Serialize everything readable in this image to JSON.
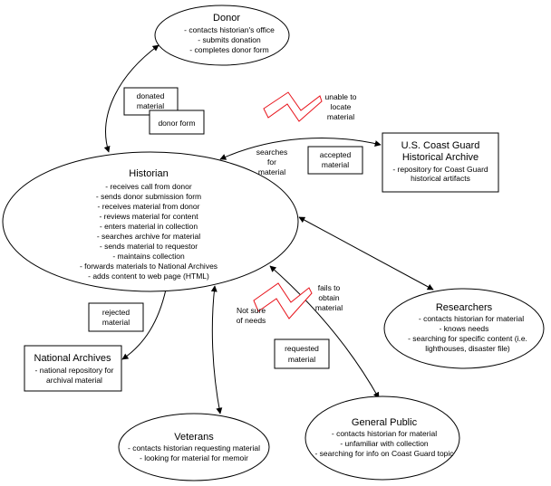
{
  "nodes": {
    "donor": {
      "title": "Donor",
      "items": [
        "- contacts historian's office",
        "- submits donation",
        "- completes donor form"
      ]
    },
    "historian": {
      "title": "Historian",
      "items": [
        "- receives call from donor",
        "- sends donor submission form",
        "- receives material from donor",
        "- reviews material for content",
        "- enters material in collection",
        "- searches archive for material",
        "- sends material to requestor",
        "- maintains collection",
        "- forwards materials to National Archives",
        "- adds content to web page (HTML)"
      ]
    },
    "uscg_archive": {
      "title_line1": "U.S. Coast Guard",
      "title_line2": "Historical Archive",
      "items": [
        "- repository for Coast Guard",
        "historical artifacts"
      ]
    },
    "researchers": {
      "title": "Researchers",
      "items": [
        "- contacts historian for material",
        "- knows needs",
        "- searching for specific content (i.e.",
        "lighthouses, disaster file)"
      ]
    },
    "national_archives": {
      "title": "National Archives",
      "items": [
        "- national repository for",
        "archival material"
      ]
    },
    "veterans": {
      "title": "Veterans",
      "items": [
        "- contacts historian requesting material",
        "- looking for material for memoir"
      ]
    },
    "general_public": {
      "title": "General Public",
      "items": [
        "- contacts historian for material",
        "- unfamiliar with collection",
        "- searching for info on Coast Guard topic"
      ]
    }
  },
  "flow_labels": {
    "donated_material": [
      "donated",
      "material"
    ],
    "donor_form": "donor form",
    "accepted_material": [
      "accepted",
      "material"
    ],
    "rejected_material": [
      "rejected",
      "material"
    ],
    "requested_material": [
      "requested",
      "material"
    ],
    "searches_for_material": [
      "searches",
      "for",
      "material"
    ],
    "unable_to_locate": [
      "unable to",
      "locate",
      "material"
    ],
    "not_sure_of_needs": [
      "Not sure",
      "of needs"
    ],
    "fails_to_obtain": [
      "fails to",
      "obtain",
      "material"
    ]
  },
  "colors": {
    "line": "#000000",
    "problem_bolt": "#e8131b"
  }
}
